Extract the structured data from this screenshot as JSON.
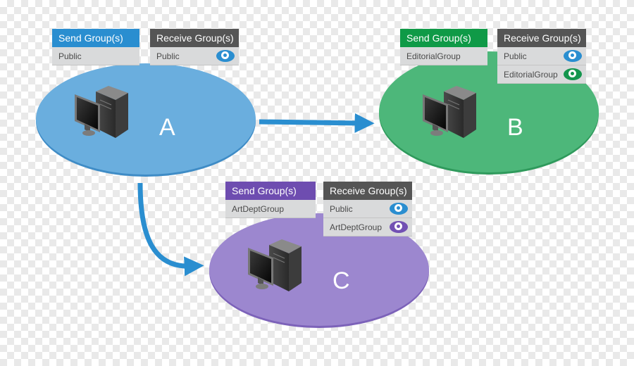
{
  "nodes": {
    "a": {
      "letter": "A",
      "send_header": "Send Group(s)",
      "send_groups": [
        "Public"
      ],
      "receive_header": "Receive Group(s)",
      "receive_groups": [
        "Public"
      ],
      "color": "#6aaede",
      "header_color": "#2a8ed0"
    },
    "b": {
      "letter": "B",
      "send_header": "Send Group(s)",
      "send_groups": [
        "EditorialGroup"
      ],
      "receive_header": "Receive Group(s)",
      "receive_groups": [
        "Public",
        "EditorialGroup"
      ],
      "color": "#4db77a",
      "header_color": "#0f9a47"
    },
    "c": {
      "letter": "C",
      "send_header": "Send Group(s)",
      "send_groups": [
        "ArtDeptGroup"
      ],
      "receive_header": "Receive Group(s)",
      "receive_groups": [
        "Public",
        "ArtDeptGroup"
      ],
      "color": "#9c87cf",
      "header_color": "#6e4db0"
    }
  },
  "icons": {
    "computer": "computer-icon",
    "eye": "eye-icon"
  },
  "colors": {
    "receive_header": "#555555",
    "arrow": "#2a8ed0",
    "eye_public": "#2a8ed0",
    "eye_editorial": "#14954d",
    "eye_artdept": "#7250b3"
  }
}
